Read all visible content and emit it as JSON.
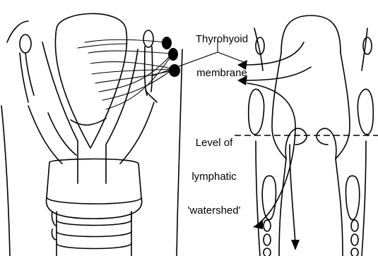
{
  "labels": {
    "membrane_line1": "Thyrohyoid",
    "membrane_line2": "membrane",
    "level_line1": "Level of",
    "level_line2": "lymphatic",
    "level_line3": "'watershed'"
  },
  "colors": {
    "ink": "#000000",
    "background": "#ffffff"
  }
}
